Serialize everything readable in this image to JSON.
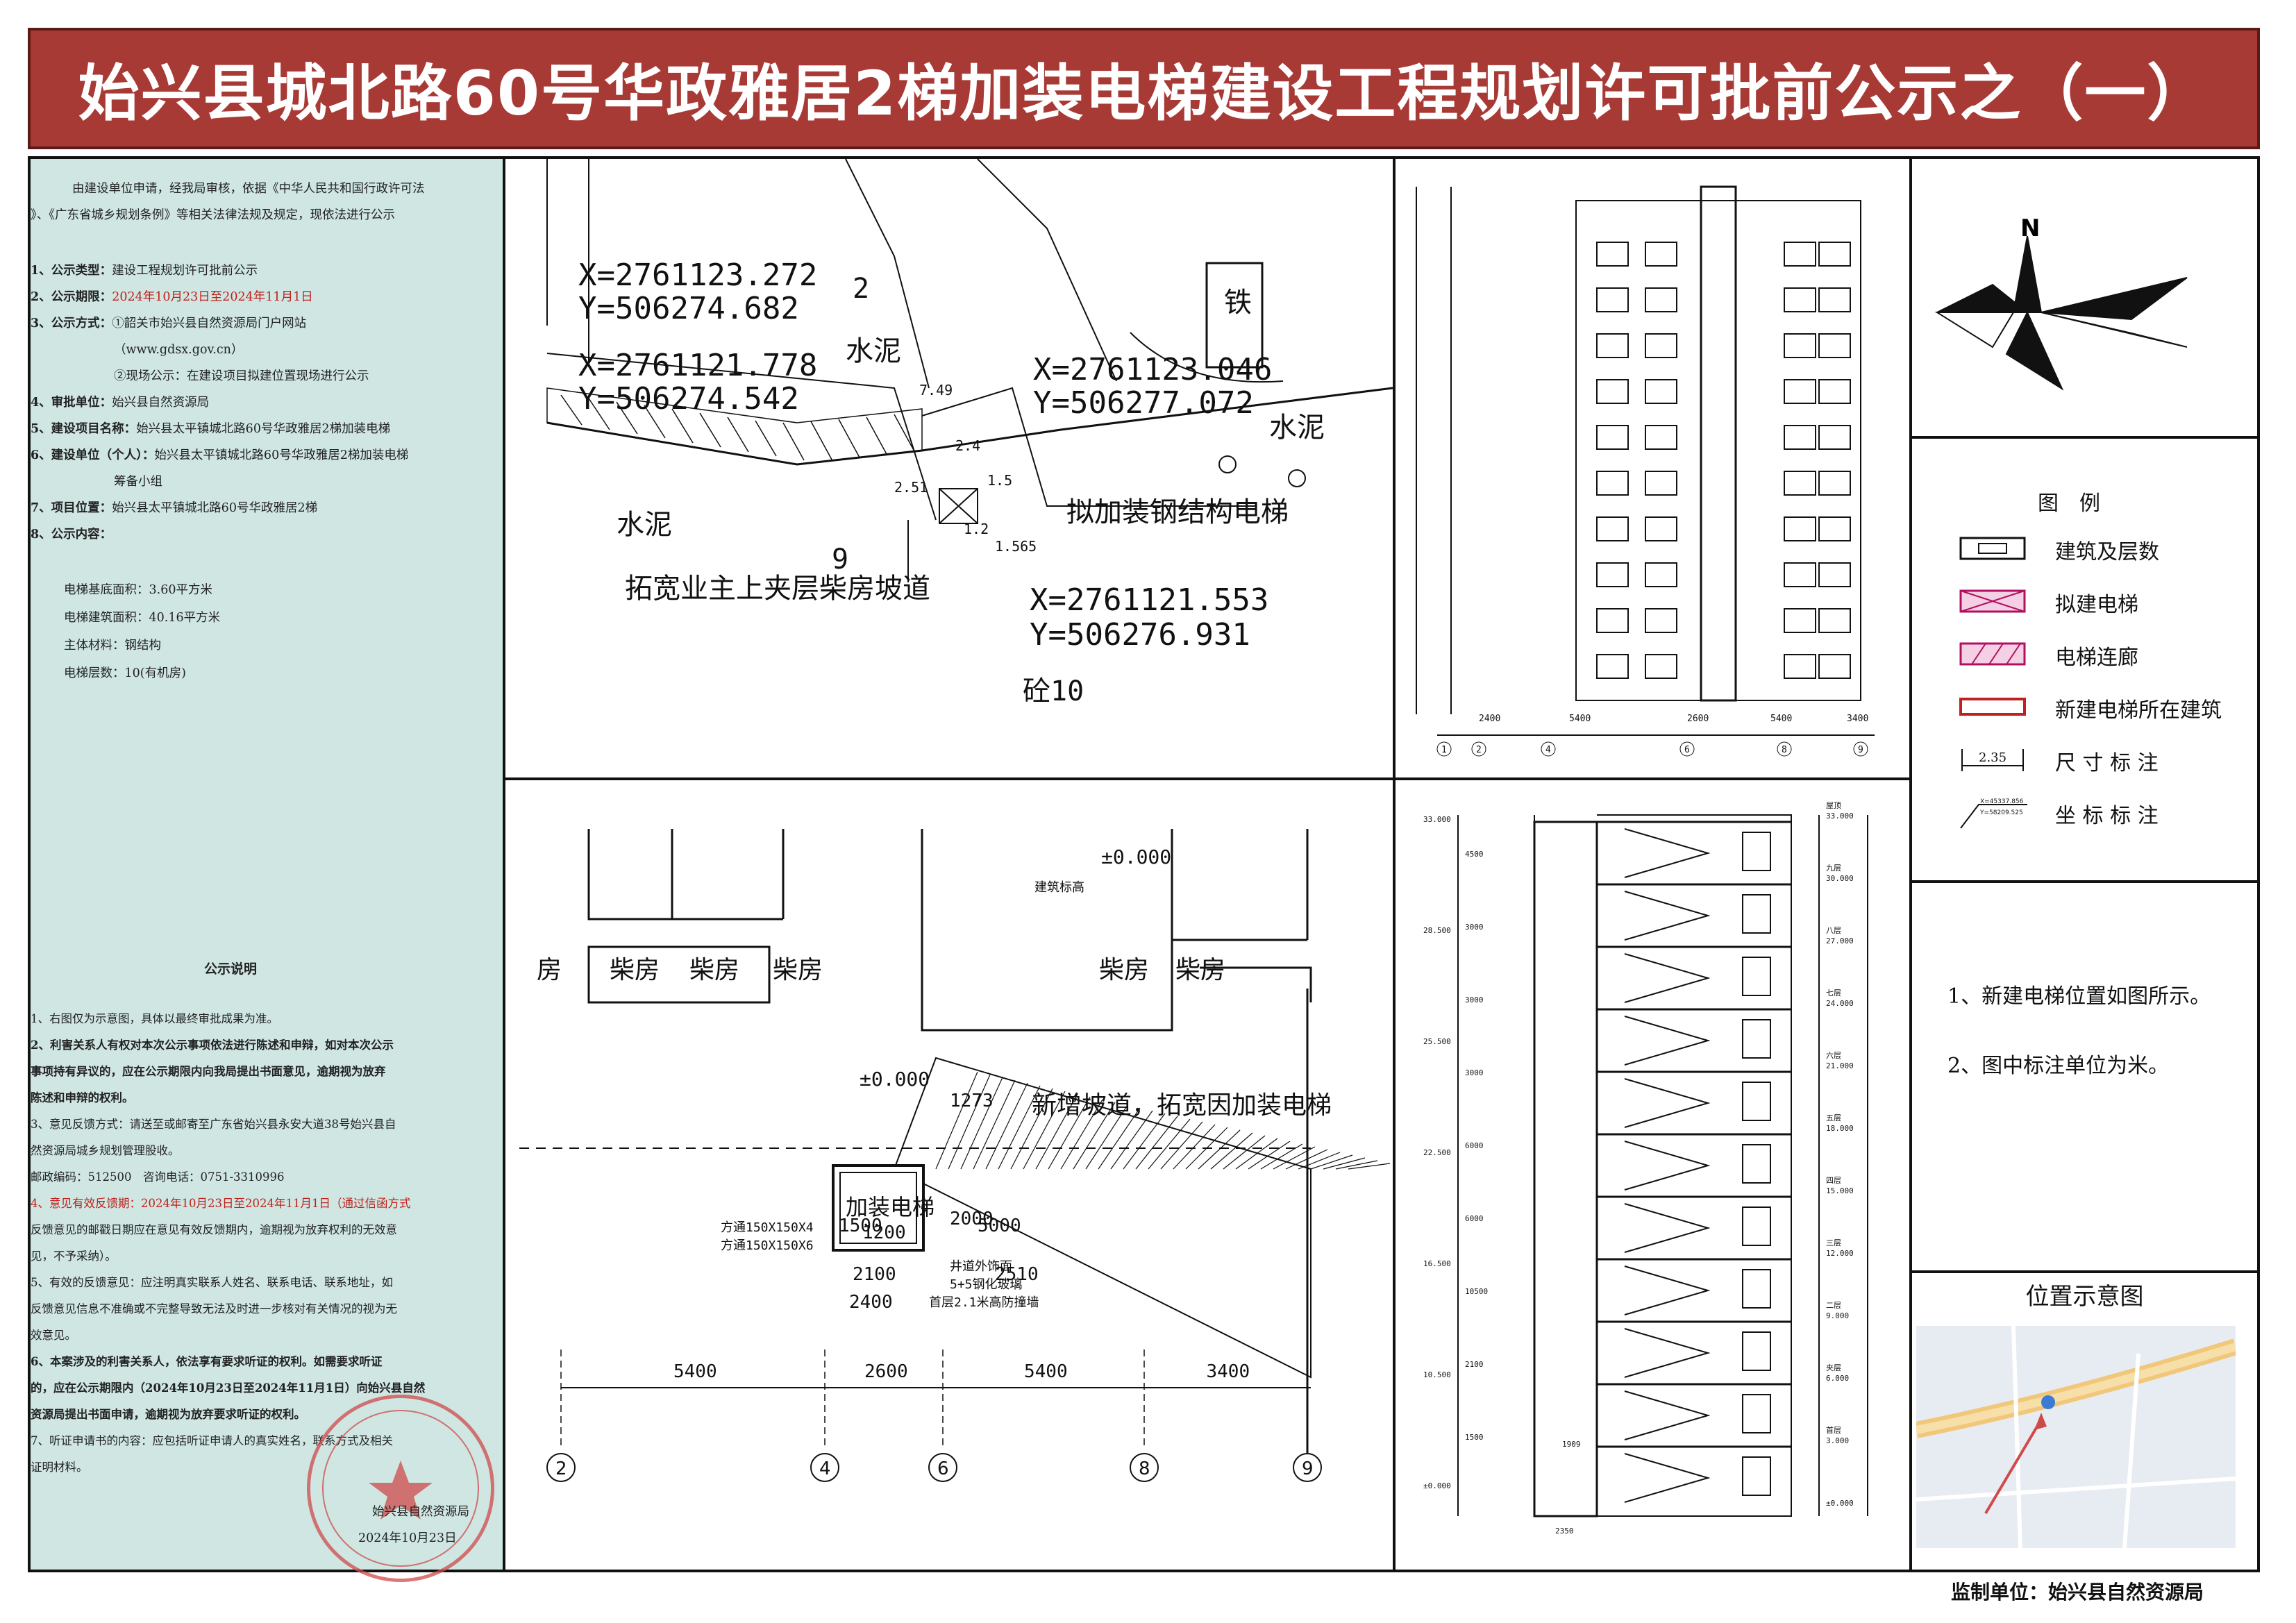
{
  "title": "始兴县城北路60号华政雅居2梯加装电梯建设工程规划许可批前公示之（一）",
  "colors": {
    "title_bg": "#a83a36",
    "left_panel_bg": "#cfe6e3",
    "red_text": "#c0201a",
    "stamp_red": "#d04a4a"
  },
  "notice": {
    "intro_line1": "由建设单位申请，经我局审核，依据《中华人民共和国行政许可法",
    "intro_line2": "》、《广东省城乡规划条例》等相关法律法规及规定，现依法进行公示",
    "items": [
      {
        "label": "1、公示类型：",
        "value": "建设工程规划许可批前公示"
      },
      {
        "label": "2、公示期限：",
        "value": "2024年10月23日至2024年11月1日"
      },
      {
        "label": "3、公示方式：",
        "value": "①韶关市始兴县自然资源局门户网站"
      },
      {
        "label": "",
        "value": "（www.gdsx.gov.cn）"
      },
      {
        "label": "",
        "value": "②现场公示：在建设项目拟建位置现场进行公示"
      },
      {
        "label": "4、审批单位：",
        "value": "始兴县自然资源局"
      },
      {
        "label": "5、建设项目名称：",
        "value": "始兴县太平镇城北路60号华政雅居2梯加装电梯"
      },
      {
        "label": "6、建设单位（个人）：",
        "value": "始兴县太平镇城北路60号华政雅居2梯加装电梯"
      },
      {
        "label": "",
        "value": "筹备小组"
      },
      {
        "label": "7、项目位置：",
        "value": "始兴县太平镇城北路60号华政雅居2梯"
      },
      {
        "label": "8、公示内容：",
        "value": ""
      }
    ],
    "content": [
      "电梯基底面积：3.60平方米",
      "电梯建筑面积：40.16平方米",
      "主体材料：钢结构",
      "电梯层数：10(有机房)"
    ],
    "explain_title": "公示说明",
    "explain": [
      "1、右图仅为示意图，具体以最终审批成果为准。",
      "2、利害关系人有权对本次公示事项依法进行陈述和申辩，如对本次公示",
      "事项持有异议的，应在公示期限内向我局提出书面意见，逾期视为放弃",
      "陈述和申辩的权利。",
      "3、意见反馈方式：请送至或邮寄至广东省始兴县永安大道38号始兴县自",
      "然资源局城乡规划管理股收。",
      "邮政编码：512500　咨询电话：0751-3310996",
      "4、意见有效反馈期：2024年10月23日至2024年11月1日（通过信函方式",
      "反馈意见的邮戳日期应在意见有效反馈期内，逾期视为放弃权利的无效意",
      "见，不予采纳）。",
      "5、有效的反馈意见：应注明真实联系人姓名、联系电话、联系地址，如",
      "反馈意见信息不准确或不完整导致无法及时进一步核对有关情况的视为无",
      "效意见。",
      "6、本案涉及的利害关系人，依法享有要求听证的权利。如需要求听证",
      "的，应在公示期限内（2024年10月23日至2024年11月1日）向始兴县自然",
      "资源局提出书面申请，逾期视为放弃要求听证的权利。",
      "7、听证申请书的内容：应包括听证申请人的真实姓名，联系方式及相关",
      "证明材料。"
    ],
    "signer": "始兴县自然资源局",
    "sign_date": "2024年10月23日"
  },
  "site_plan": {
    "coords": [
      {
        "x": "X=2761123.272",
        "y": "Y=506274.682"
      },
      {
        "x": "X=2761121.778",
        "y": "Y=506274.542"
      },
      {
        "x": "X=2761123.046",
        "y": "Y=506277.072"
      },
      {
        "x": "X=2761121.553",
        "y": "Y=506276.931"
      }
    ],
    "labels": {
      "cement1": "水泥",
      "cement2": "水泥",
      "cement3": "水泥",
      "iron": "铁",
      "num9": "9",
      "num2": "2",
      "ramp": "拓宽业主上夹层柴房坡道",
      "elevator": "拟加装钢结构电梯",
      "concrete": "砼10",
      "dim1": "7.49",
      "dim2": "2.4",
      "dim3": "2.51",
      "dim4": "1.5",
      "dim5": "1.565",
      "dim6": "1.2"
    }
  },
  "floor_plan": {
    "sheds": [
      "柴房",
      "柴房",
      "柴房",
      "柴房",
      "柴房"
    ],
    "shed_partial": "房",
    "level_top": "±0.000",
    "level_top_note": "建筑标高",
    "level_mid": "±0.000",
    "ramp_note": "新增坡道，拓宽因加装电梯",
    "elevator": "加装电梯",
    "dims": [
      "1273",
      "2000",
      "1500",
      "1200",
      "5000",
      "2510",
      "2100",
      "2400"
    ],
    "tube1": "方通150X150X4",
    "tube2": "方通150X150X6",
    "glass1": "井道外饰面",
    "glass2": "5+5钢化玻璃",
    "glass3": "首层2.1米高防撞墙",
    "axis_dims": [
      "5400",
      "2600",
      "5400",
      "3400"
    ],
    "axes": [
      "2",
      "4",
      "6",
      "8",
      "9"
    ]
  },
  "elevation": {
    "dims": [
      "2400",
      "5400",
      "2600",
      "5400",
      "3400"
    ],
    "axes": [
      "1",
      "2",
      "4",
      "6",
      "8",
      "9"
    ]
  },
  "section": {
    "levels": [
      "33.000",
      "30.000",
      "27.000",
      "24.000",
      "21.000",
      "18.000",
      "15.000",
      "12.000",
      "9.000",
      "6.000",
      "3.000",
      "±0.000"
    ],
    "floors": [
      "屋顶",
      "九层",
      "八层",
      "七层",
      "六层",
      "五层",
      "四层",
      "三层",
      "二层",
      "夹层",
      "首层"
    ],
    "left_levels": [
      "33.000",
      "28.500",
      "25.500",
      "22.500",
      "16.500",
      "10.500",
      "±0.000"
    ],
    "dims": [
      "4500",
      "3000",
      "3000",
      "3000",
      "6000",
      "6000",
      "10500",
      "2100",
      "1500"
    ],
    "bottom": "2350",
    "pit": "1909"
  },
  "compass": {
    "north": "N"
  },
  "legend": {
    "title": "图　例",
    "items": [
      {
        "icon": "building-box-icon",
        "label": "建筑及层数"
      },
      {
        "icon": "proposed-elevator-icon",
        "label": "拟建电梯"
      },
      {
        "icon": "elevator-corridor-icon",
        "label": "电梯连廊"
      },
      {
        "icon": "existing-building-icon",
        "label": "新建电梯所在建筑"
      },
      {
        "icon": "dimension-icon",
        "label": "尺 寸 标 注",
        "sample": "2.35"
      },
      {
        "icon": "coordinate-icon",
        "label": "坐 标 标 注",
        "sample1": "X=45337.856",
        "sample2": "Y=58209.525"
      }
    ]
  },
  "notes": [
    "1、新建电梯位置如图所示。",
    "2、图中标注单位为米。"
  ],
  "location": {
    "title": "位置示意图"
  },
  "footer": {
    "supervisor": "监制单位：始兴县自然资源局"
  }
}
